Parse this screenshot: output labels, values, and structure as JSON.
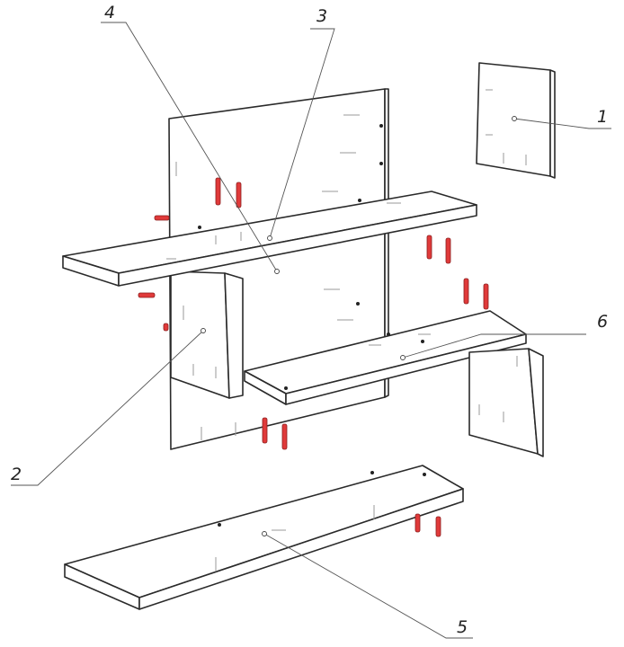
{
  "labels": {
    "part1": "1",
    "part2": "2",
    "part3": "3",
    "part4": "4",
    "part5": "5",
    "part6": "6"
  },
  "colors": {
    "line": "#2a2a2a",
    "fastener": "#e03a3a",
    "background": "#ffffff"
  }
}
